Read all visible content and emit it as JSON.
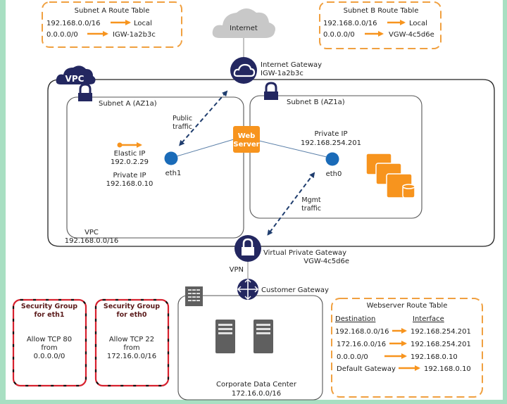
{
  "diagram": {
    "colors": {
      "accent_orange": "#f7941e",
      "navy": "#232760",
      "interface_blue": "#1a6bb8",
      "security_red": "#d7212e",
      "server_gray": "#5f5f5f",
      "cloud_gray": "#c8c8c8",
      "background_green": "#a8dfc2"
    },
    "internet": {
      "label": "Internet",
      "icon": "cloud-icon"
    },
    "internet_gateway": {
      "label": "Internet  Gateway",
      "id": "IGW-1a2b3c",
      "icon": "cloud-icon"
    },
    "subnet_a_route_table": {
      "title": "Subnet A Route Table",
      "routes": [
        {
          "destination": "192.168.0.0/16",
          "target": "Local"
        },
        {
          "destination": "0.0.0.0/0",
          "target": "IGW-1a2b3c"
        }
      ]
    },
    "subnet_b_route_table": {
      "title": "Subnet B Route Table",
      "routes": [
        {
          "destination": "192.168.0.0/16",
          "target": "Local"
        },
        {
          "destination": "0.0.0.0/0",
          "target": "VGW-4c5d6e"
        }
      ]
    },
    "vpc": {
      "badge": "VPC",
      "label": "VPC",
      "cidr": "192.168.0.0/16",
      "icon": "cloud-icon"
    },
    "subnet_a": {
      "label": "Subnet A (AZ1a)",
      "icon": "lock-icon",
      "public_traffic": [
        "Public",
        "traffic"
      ],
      "elastic_ip_label": "Elastic  IP",
      "elastic_ip": "192.0.2.29",
      "private_ip_label": "Private IP",
      "private_ip": "192.168.0.10",
      "interface": "eth1"
    },
    "subnet_b": {
      "label": "Subnet B (AZ1a)",
      "icon": "lock-icon",
      "private_ip_label": "Private IP",
      "private_ip": "192.168.254.201",
      "interface": "eth0",
      "mgmt_traffic": [
        "Mgmt",
        "traffic"
      ],
      "icon_instances": "ec2-instances-icon"
    },
    "web_server": {
      "line1": "Web",
      "line2": "Server"
    },
    "virtual_private_gateway": {
      "label": "Virtual  Private Gateway",
      "id": "VGW-4c5d6e",
      "icon": "lock-icon"
    },
    "vpn_label": "VPN",
    "customer_gateway": {
      "label": "Customer Gateway",
      "icon": "router-icon"
    },
    "corporate_data_center": {
      "label": "Corporate Data Center",
      "cidr": "172.16.0.0/16",
      "icon": "building-icon"
    },
    "security_groups": [
      {
        "title": [
          "Security Group",
          "for eth1"
        ],
        "rule": [
          "Allow TCP 80",
          "from",
          "0.0.0.0/0"
        ]
      },
      {
        "title": [
          "Security Group",
          "for eth0"
        ],
        "rule": [
          "Allow TCP 22",
          "from",
          "172.16.0.0/16"
        ]
      }
    ],
    "webserver_route_table": {
      "title": "Webserver Route Table",
      "headers": [
        "Destination",
        "Interface"
      ],
      "rows": [
        {
          "destination": "192.168.0.0/16",
          "interface": "192.168.254.201"
        },
        {
          "destination": "172.16.0.0/16",
          "interface": "192.168.254.201"
        },
        {
          "destination": "0.0.0.0/0",
          "interface": "192.168.0.10"
        },
        {
          "destination": "Default  Gateway",
          "interface": "192.168.0.10"
        }
      ]
    }
  }
}
